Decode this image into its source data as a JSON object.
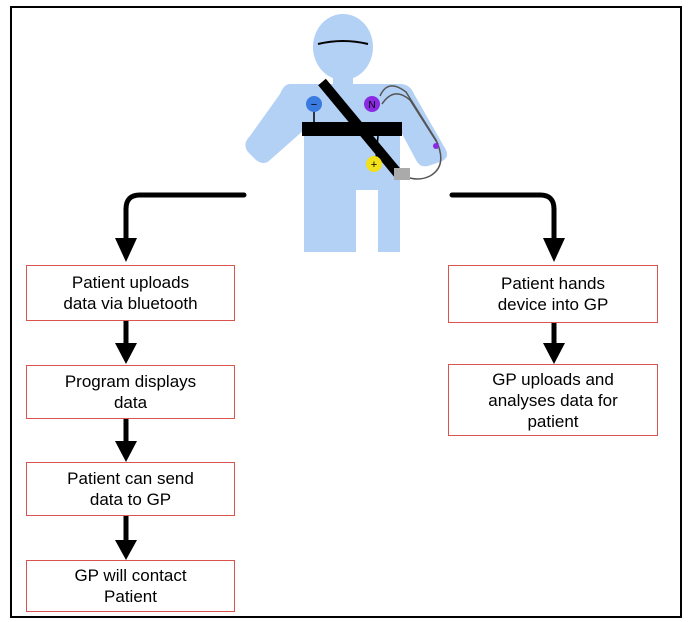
{
  "left_flow": [
    "Patient uploads\ndata via bluetooth",
    "Program displays\ndata",
    "Patient can send\ndata to GP",
    "GP will contact\nPatient"
  ],
  "right_flow": [
    "Patient hands\ndevice into GP",
    "GP uploads and\nanalyses data for\npatient"
  ],
  "electrode_labels": {
    "left": "−",
    "right": "N",
    "bottom": "+"
  },
  "colors": {
    "figure": "#b3d0f5",
    "strap": "#000000",
    "box_border": "#d9534f",
    "electrode_left": "#3a7be0",
    "electrode_right": "#8a2be2",
    "electrode_bottom": "#f2e01b"
  }
}
